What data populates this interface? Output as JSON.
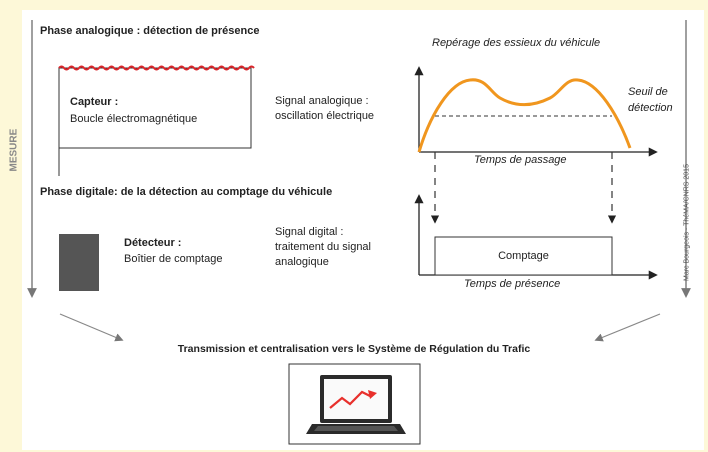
{
  "phase_analog_title": "Phase analogique : détection de présence",
  "phase_digital_title": "Phase digitale: de la détection au comptage du véhicule",
  "mesure_label": "MESURE",
  "credit": "Marc Bourgeois - ThéMA/CNRS 2015",
  "capteur": {
    "title": "Capteur :",
    "desc": "Boucle électromagnétique"
  },
  "signal_analog": {
    "line1": "Signal analogique :",
    "line2": "oscillation électrique"
  },
  "reperage": "Repérage des essieux du véhicule",
  "seuil": {
    "line1": "Seuil de",
    "line2": "détection"
  },
  "temps_passage": "Temps de passage",
  "detecteur": {
    "title": "Détecteur :",
    "desc": "Boîtier de comptage"
  },
  "signal_digital": {
    "line1": "Signal digital :",
    "line2": "traitement du signal",
    "line3": "analogique"
  },
  "comptage": "Comptage",
  "temps_presence": "Temps de présence",
  "transmission": "Transmission et centralisation vers le Système de Régulation du Trafic",
  "colors": {
    "background": "#fdf8d8",
    "curve": "#f0961e",
    "loop_wave": "#d9262b",
    "detector_box": "#555555",
    "chart_trend": "#e8302c"
  }
}
